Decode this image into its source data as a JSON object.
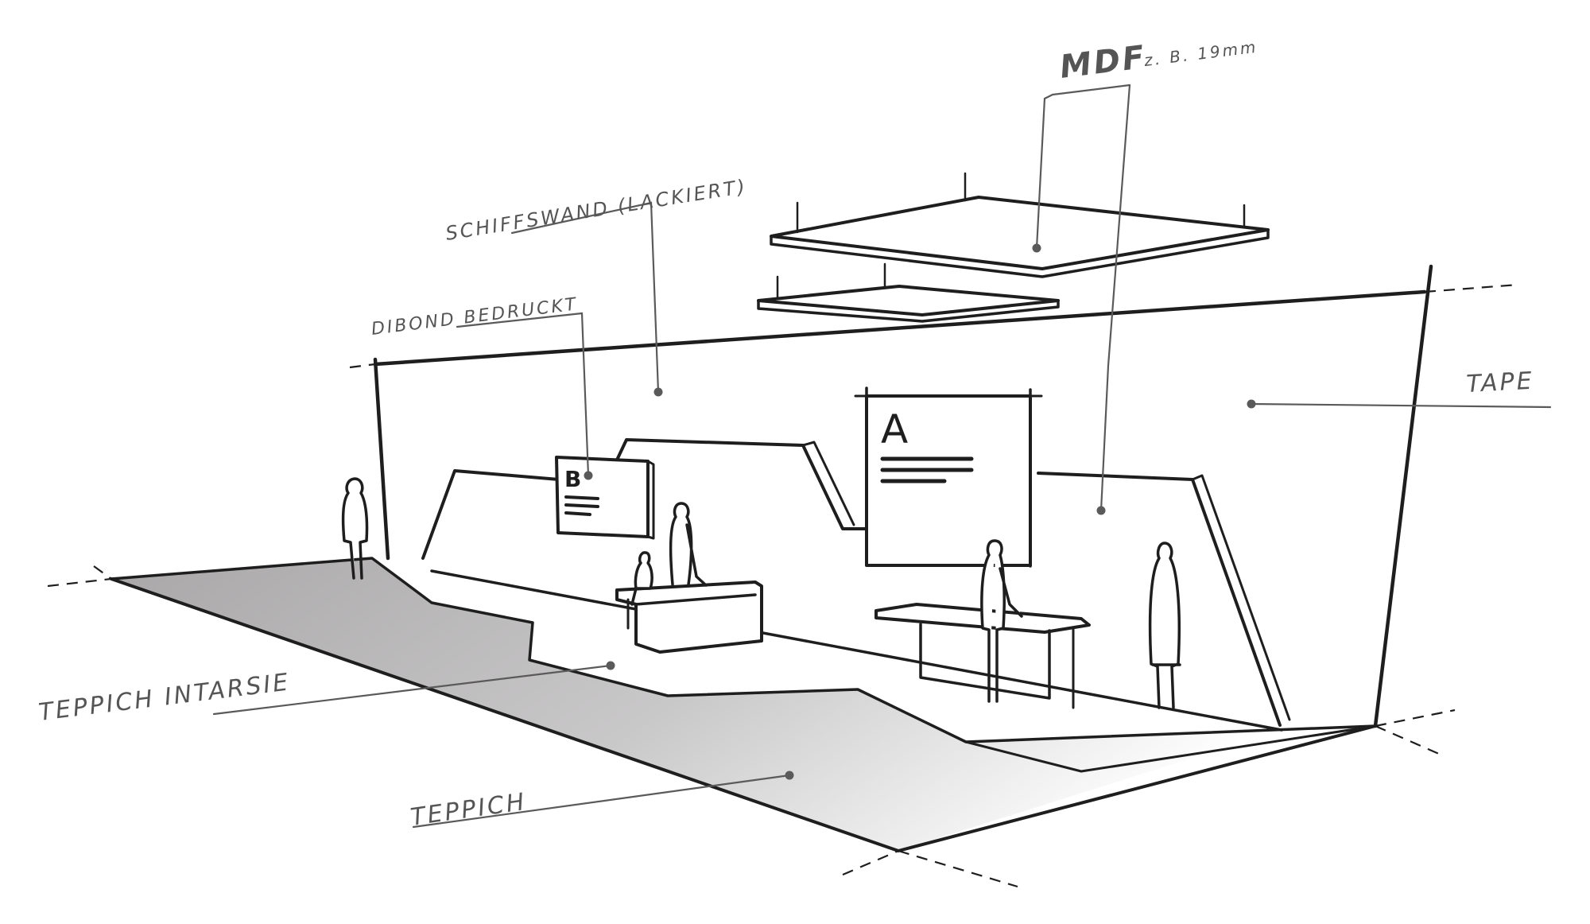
{
  "labels": {
    "mdf": "MDF",
    "mdf_note": "z. B. 19mm",
    "schiffswand": "SCHIFFSWAND (LACKIERT)",
    "dibond": "DIBOND BEDRUCKT",
    "tape": "TAPE",
    "teppich_intarsie": "TEPPICH INTARSIE",
    "teppich": "TEPPICH"
  },
  "signs": {
    "a_letter": "A",
    "b_letter": "B"
  },
  "colors": {
    "ink": "#1e1e1e",
    "label": "#555555",
    "floor_dark": "#a9a7a8",
    "floor_light": "#ffffff"
  }
}
